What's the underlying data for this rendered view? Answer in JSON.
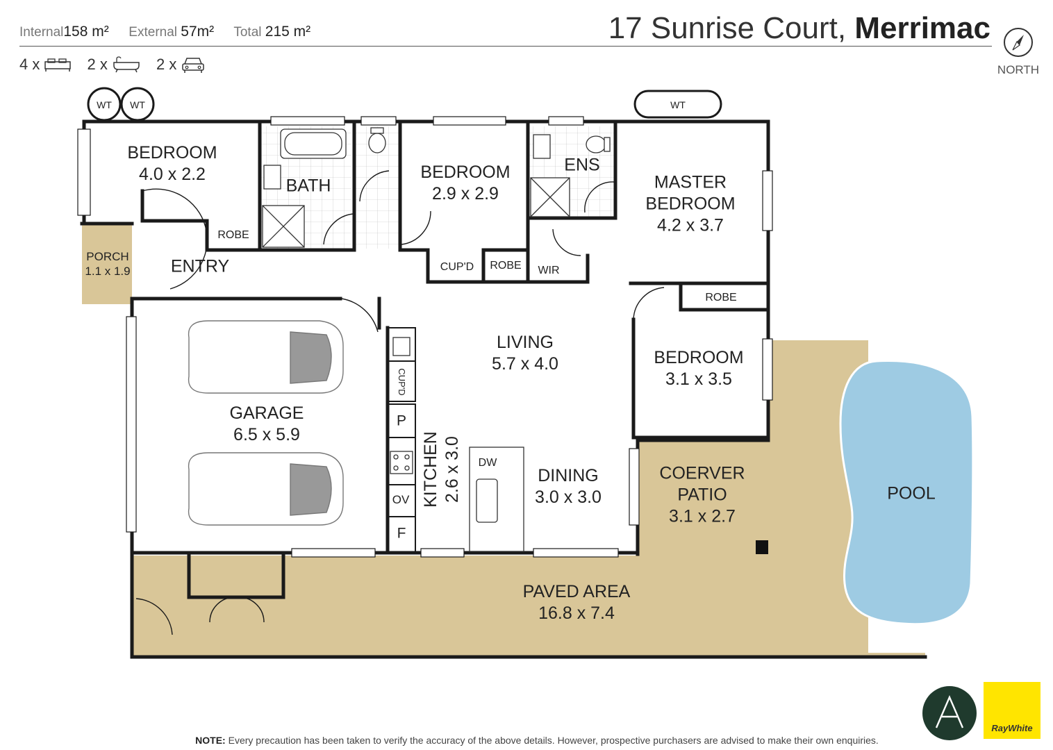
{
  "header": {
    "address": "17 Sunrise Court,",
    "suburb": "Merrimac",
    "stats": [
      {
        "label": "Internal",
        "value": "158 m²"
      },
      {
        "label": "External",
        "value": "57m²"
      },
      {
        "label": "Total",
        "value": "215 m²"
      }
    ],
    "counts": {
      "beds": "4 x",
      "baths": "2 x",
      "cars": "2 x"
    },
    "compass_label": "NORTH"
  },
  "rooms": {
    "bedroom1": {
      "name": "BEDROOM",
      "dims": "4.0 x 2.2"
    },
    "bath": {
      "name": "BATH"
    },
    "bedroom2": {
      "name": "BEDROOM",
      "dims": "2.9 x 2.9"
    },
    "ens": {
      "name": "ENS"
    },
    "master": {
      "name": "MASTER",
      "name2": "BEDROOM",
      "dims": "4.2 x 3.7"
    },
    "porch": {
      "name": "PORCH",
      "dims": "1.1 x 1.9"
    },
    "entry": {
      "name": "ENTRY"
    },
    "living": {
      "name": "LIVING",
      "dims": "5.7 x 4.0"
    },
    "bedroom3": {
      "name": "BEDROOM",
      "dims": "3.1 x 3.5"
    },
    "garage": {
      "name": "GARAGE",
      "dims": "6.5 x 5.9"
    },
    "kitchen": {
      "name": "KITCHEN",
      "dims": "2.6 x 3.0"
    },
    "dining": {
      "name": "DINING",
      "dims": "3.0 x 3.0"
    },
    "patio": {
      "name": "COERVER",
      "name2": "PATIO",
      "dims": "3.1 x 2.7"
    },
    "pool": {
      "name": "POOL"
    },
    "paved": {
      "name": "PAVED AREA",
      "dims": "16.8 x 7.4"
    }
  },
  "fixtures": {
    "robe": "ROBE",
    "cupd": "CUP'D",
    "wir": "WIR",
    "wt": "WT",
    "p": "P",
    "ov": "OV",
    "f": "F",
    "dw": "DW"
  },
  "colors": {
    "wall": "#1a1a1a",
    "outdoor": "#d9c698",
    "pool": "#9ecbe3",
    "floor_line": "#999999"
  },
  "note": {
    "label": "NOTE:",
    "text": "Every precaution has been taken to verify the accuracy of the above details. However, prospective purchasers are advised to make their own enquiries."
  },
  "logos": {
    "agency": "RayWhite"
  }
}
